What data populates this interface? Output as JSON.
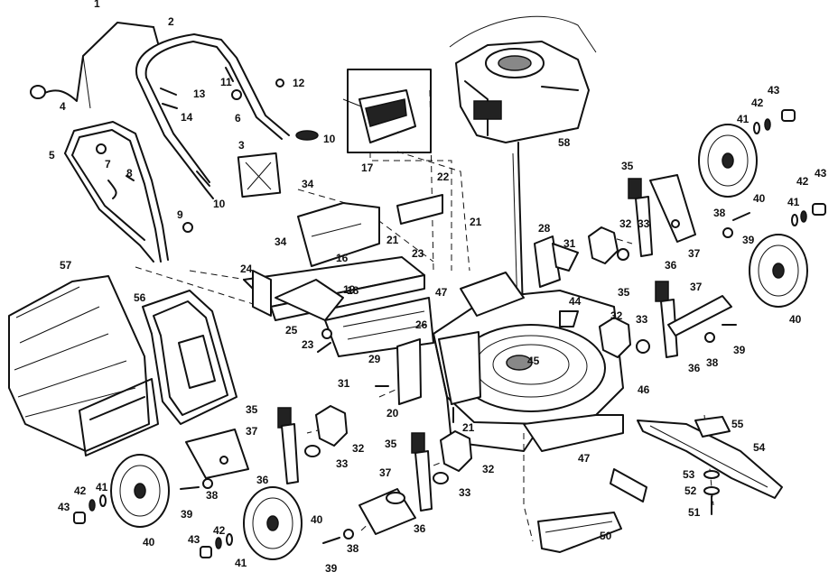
{
  "labels": [
    "1",
    "2",
    "3",
    "4",
    "5",
    "6",
    "7",
    "8",
    "9",
    "10",
    "11",
    "12",
    "13",
    "14",
    "16",
    "17",
    "18",
    "19",
    "20",
    "21",
    "22",
    "23",
    "24",
    "25",
    "26",
    "28",
    "29",
    "31",
    "32",
    "33",
    "34",
    "35",
    "36",
    "37",
    "38",
    "39",
    "40",
    "41",
    "42",
    "43",
    "44",
    "45",
    "46",
    "47",
    "50",
    "51",
    "52",
    "53",
    "54",
    "55",
    "56",
    "57",
    "58"
  ],
  "colors": {
    "ink": "#111111",
    "paper": "#ffffff"
  }
}
